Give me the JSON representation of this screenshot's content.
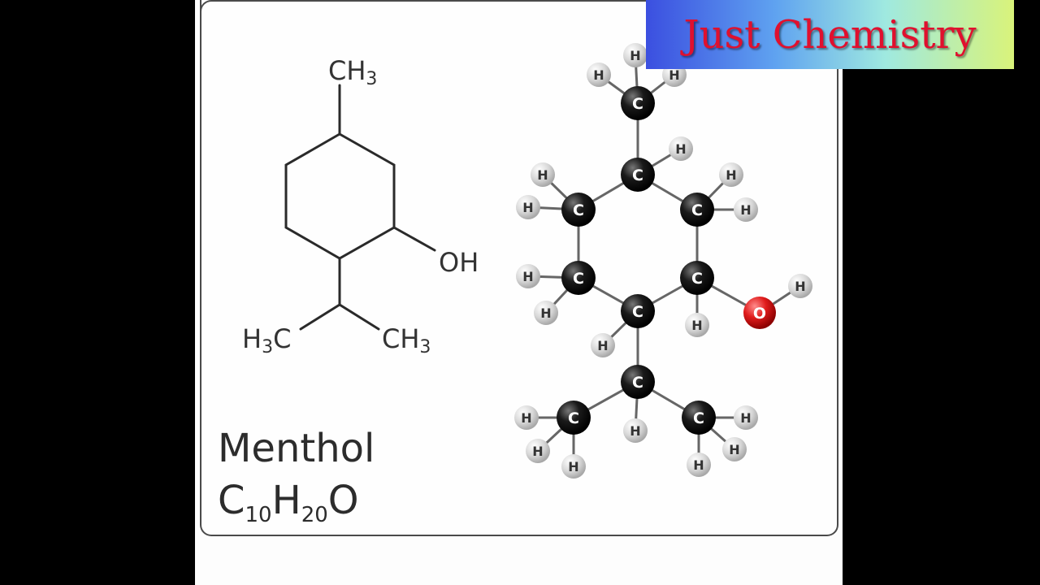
{
  "brand": {
    "label": "Just Chemistry"
  },
  "molecule": {
    "name": "Menthol",
    "formula": {
      "c": "C",
      "c_n": "10",
      "h": "H",
      "h_n": "20",
      "o": "O"
    }
  },
  "skeletal": {
    "top_methyl": "CH3",
    "hydroxyl": "OH",
    "left_methyl": "H3C",
    "right_methyl": "CH3"
  },
  "ball_stick": {
    "carbon_label": "C",
    "hydrogen_label": "H",
    "oxygen_label": "O",
    "carbon_color": "#111111",
    "hydrogen_color": "#cfcfcf",
    "oxygen_color": "#e01b1b"
  }
}
